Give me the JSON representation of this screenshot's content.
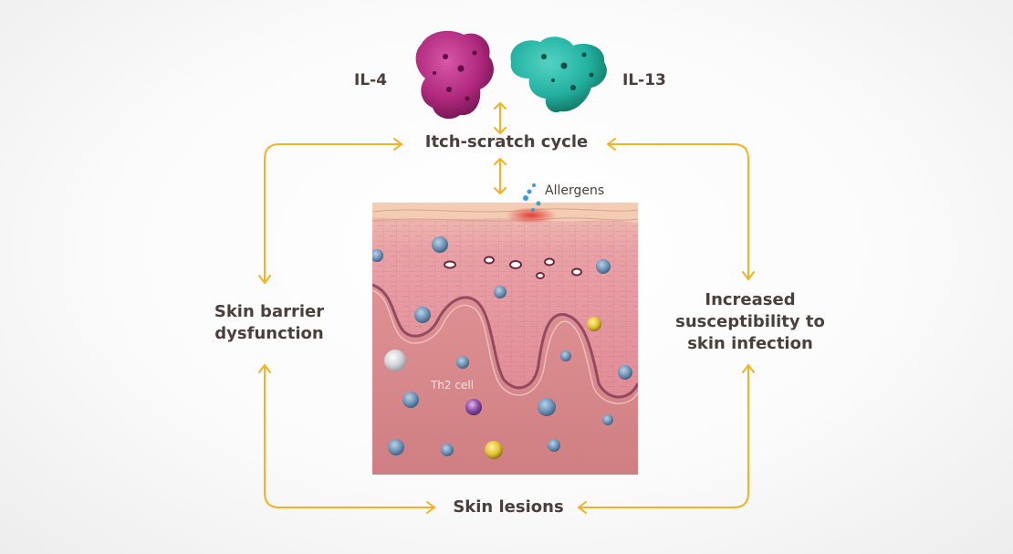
{
  "labels": {
    "il4": "IL-4",
    "il13": "IL-13",
    "itch_scratch_cycle": "Itch-scratch cycle",
    "allergens": "Allergens",
    "skin_barrier_dysfunction": [
      "Skin barrier",
      "dysfunction"
    ],
    "increased_susceptibility": [
      "Increased",
      "susceptibility to",
      "skin infection"
    ],
    "skin_lesions": "Skin lesions",
    "th2_cell": "Th2 cell"
  },
  "colors": {
    "arrow": "#f4b223",
    "text": "#4a3f3b",
    "il4_protein": "#b0297e",
    "il13_protein": "#23b0a0",
    "skin_dermis": "#dc8c8e",
    "skin_epidermis": "#e9a0a4"
  }
}
